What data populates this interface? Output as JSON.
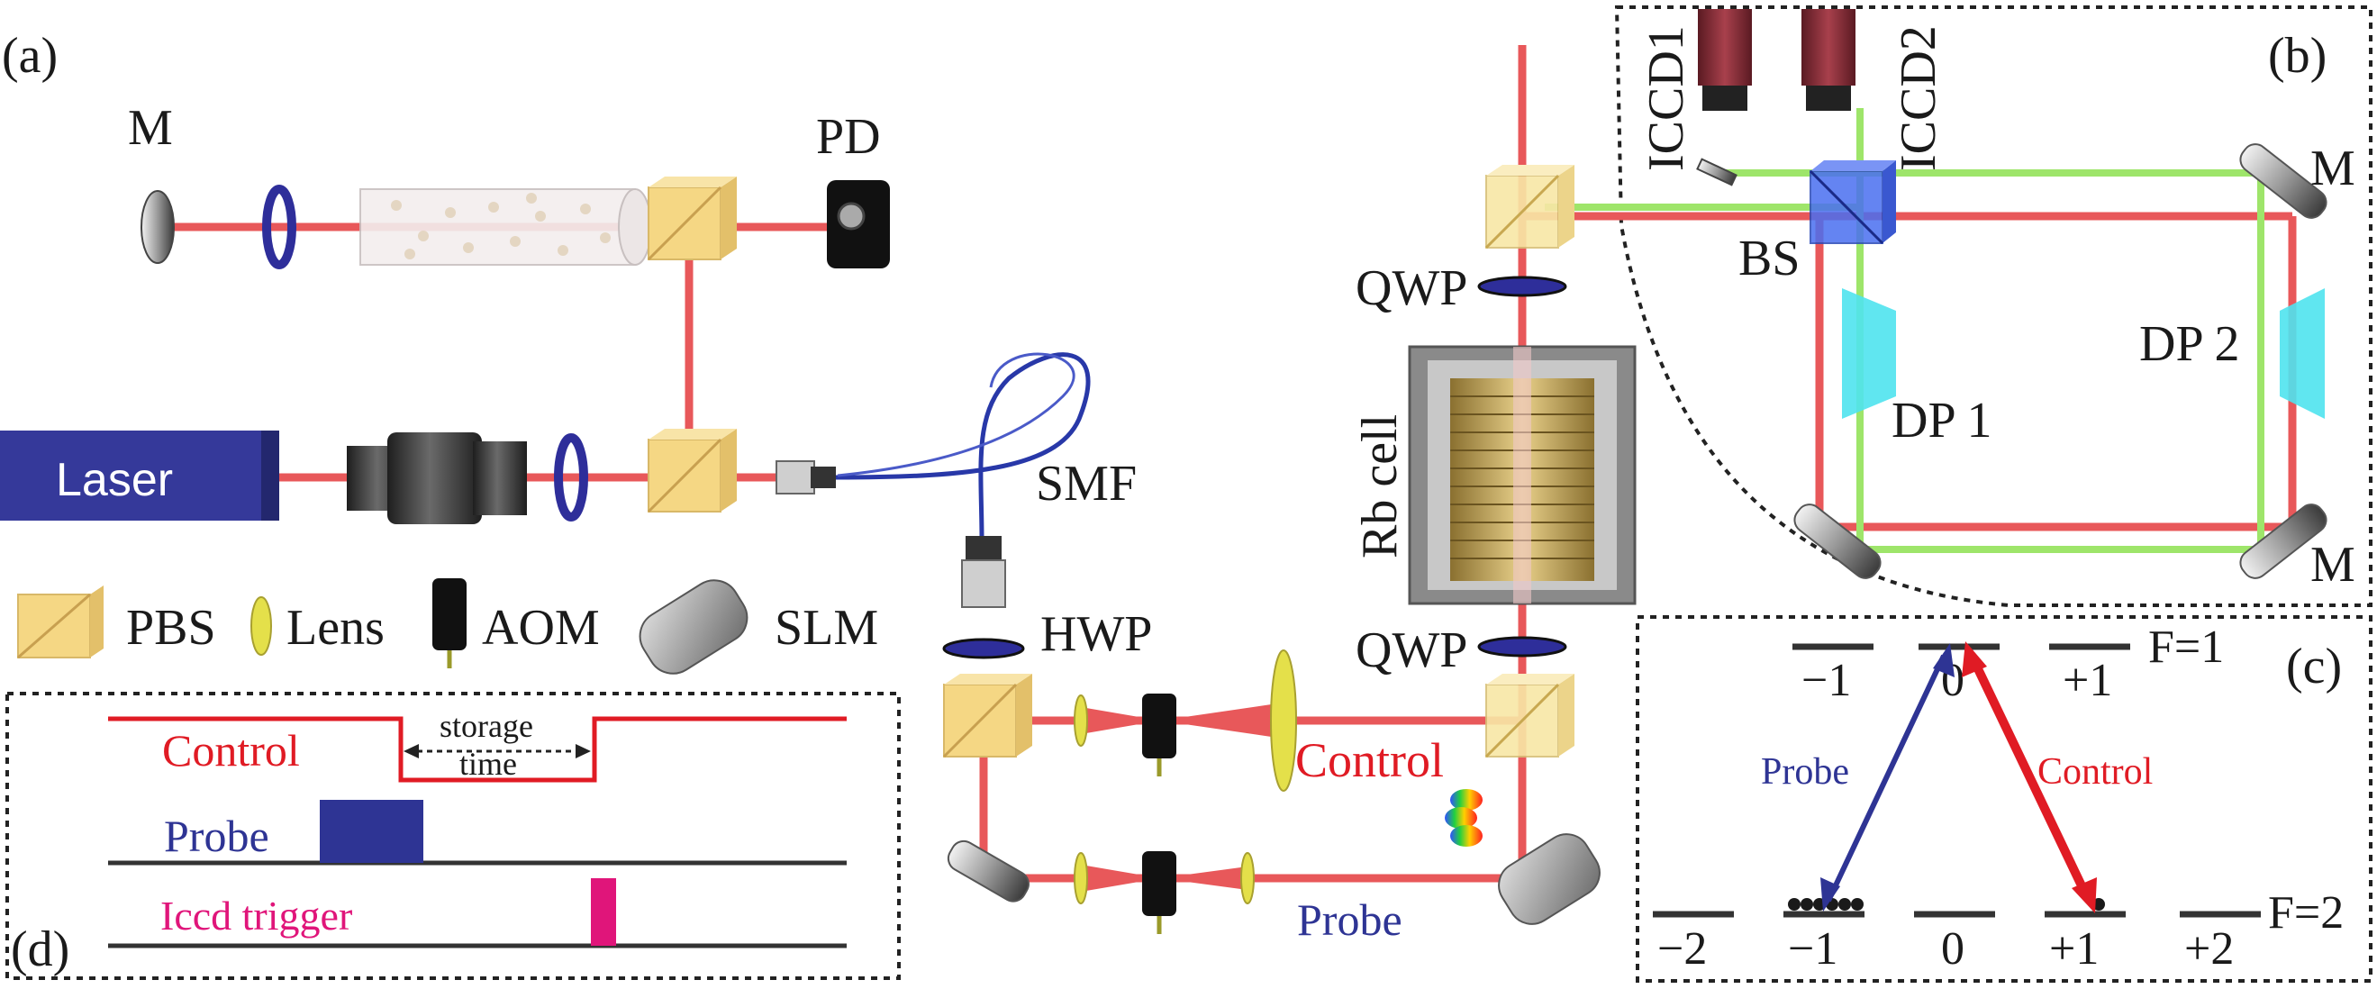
{
  "panels": {
    "a": "(a)",
    "b": "(b)",
    "c": "(c)",
    "d": "(d)"
  },
  "labels": {
    "mirror_a": "M",
    "pd": "PD",
    "laser": "Laser",
    "smf": "SMF",
    "hwp": "HWP",
    "qwp_top": "QWP",
    "qwp_bottom": "QWP",
    "rb_cell": "Rb cell",
    "control_beam": "Control",
    "probe_beam": "Probe",
    "iccd1": "ICCD1",
    "iccd2": "ICCD2",
    "bs": "BS",
    "dp1": "DP 1",
    "dp2": "DP 2",
    "mirror_b_top": "M",
    "mirror_b_bottom": "M"
  },
  "legend": [
    {
      "key": "pbs",
      "label": "PBS"
    },
    {
      "key": "lens",
      "label": "Lens"
    },
    {
      "key": "aom",
      "label": "AOM"
    },
    {
      "key": "slm",
      "label": "SLM"
    }
  ],
  "timing": {
    "control": "Control",
    "probe": "Probe",
    "trigger": "Iccd trigger",
    "storage_line1": "storage",
    "storage_line2": "time"
  },
  "levels": {
    "upper_f": "F=1",
    "lower_f": "F=2",
    "upper_m": [
      "−1",
      "0",
      "+1"
    ],
    "lower_m": [
      "−2",
      "−1",
      "0",
      "+1",
      "+2"
    ],
    "probe": "Probe",
    "control": "Control"
  },
  "colors": {
    "beam_red": "#e8585a",
    "beam_green": "#9ee56a",
    "probe_blue": "#2e3494",
    "control_red": "#e01b24",
    "trigger_pink": "#e0157a",
    "laser_blue": "#35399a",
    "pbs_yellow": "#f5d784",
    "dp_cyan": "#4fe3ee"
  }
}
